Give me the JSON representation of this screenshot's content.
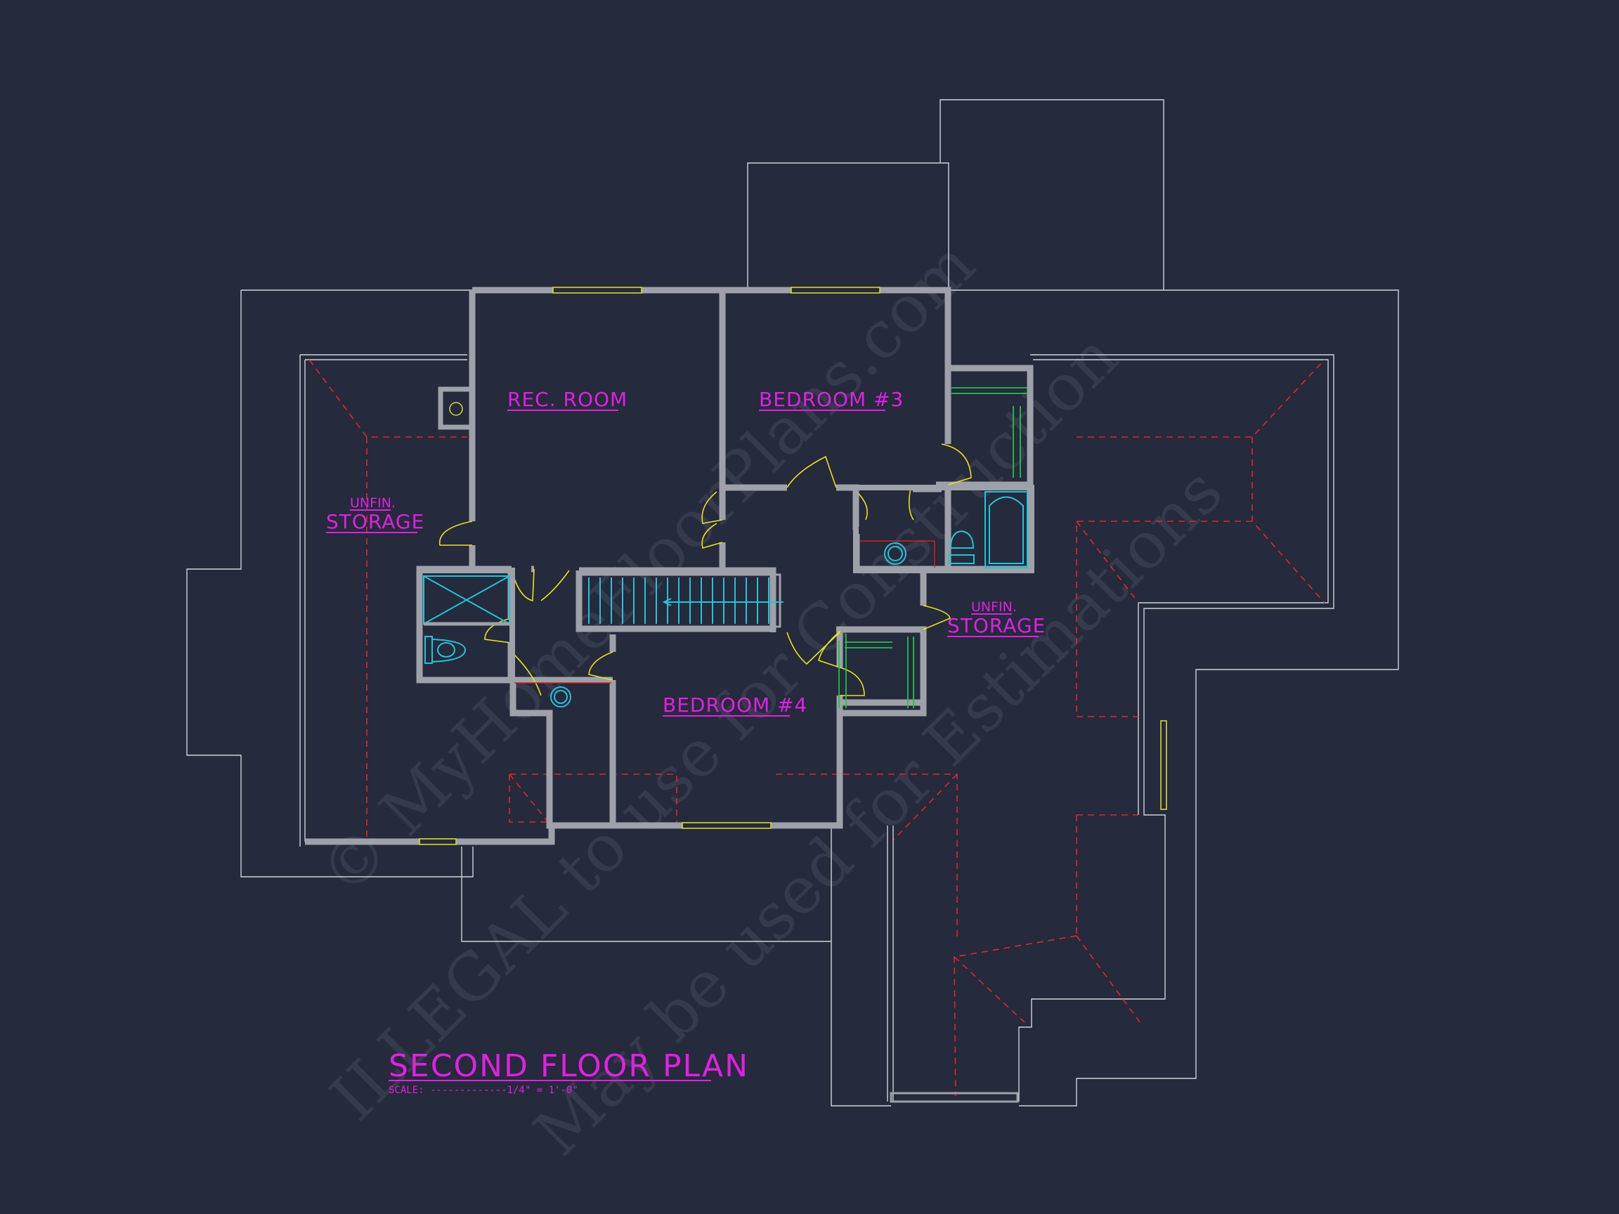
{
  "rooms": {
    "rec_room": "REC. ROOM",
    "bedroom_3": "BEDROOM #3",
    "bedroom_4": "BEDROOM #4",
    "storage_left_top": "UNFIN.",
    "storage_left_bottom": "STORAGE",
    "storage_right_top": "UNFIN.",
    "storage_right_bottom": "STORAGE"
  },
  "title": {
    "name": "SECOND FLOOR PLAN",
    "scale": "SCALE: -------------1/4\" = 1'-0\""
  },
  "watermark": {
    "line1": "© MyHomeFloorPlans.com",
    "line2": "ILLEGAL to use for Construction",
    "line3": "May be used for Estimations"
  },
  "colors": {
    "background": "#252a3c",
    "label": "#e21fe3",
    "roof_hidden_line": "#e0262b",
    "door": "#e6e21a",
    "fixture": "#1fc6d8",
    "shelf": "#21c24a"
  }
}
